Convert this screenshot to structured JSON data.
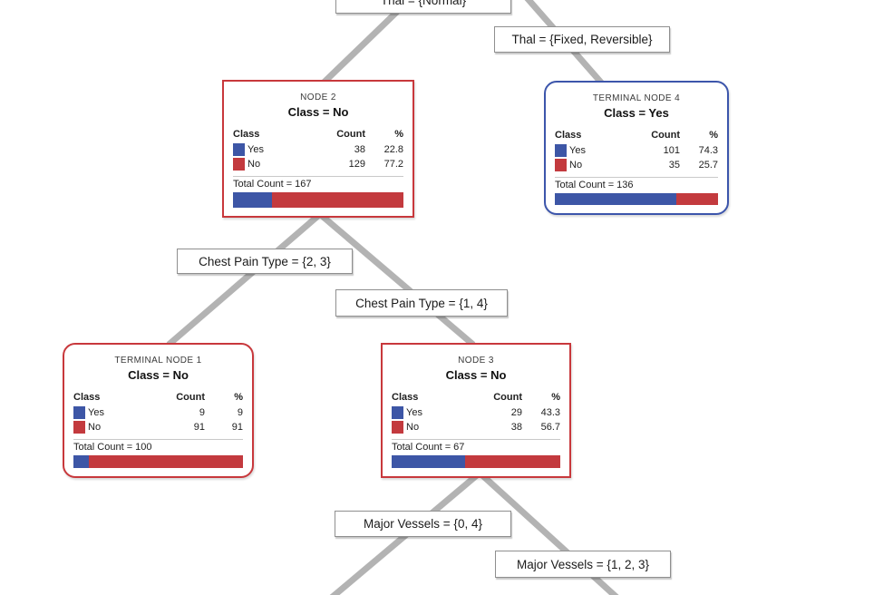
{
  "diagram": {
    "type": "decision-tree",
    "colors": {
      "yes_blue": "#3D56A6",
      "no_red": "#C33A3E",
      "border_red": "#C8383C",
      "border_blue": "#3C55AB",
      "edge_gray": "#B3B3B3",
      "label_border": "#8F8F8F"
    },
    "table_headers": {
      "class": "Class",
      "count": "Count",
      "pct": "%"
    },
    "edge_labels": [
      {
        "id": "thal-normal",
        "text": "Thal = {Normal}"
      },
      {
        "id": "thal-fixed-reversible",
        "text": "Thal = {Fixed, Reversible}"
      },
      {
        "id": "chest-pain-type-2-3",
        "text": "Chest Pain Type = {2, 3}"
      },
      {
        "id": "chest-pain-type-1-4",
        "text": "Chest Pain Type = {1, 4}"
      },
      {
        "id": "major-vessels-0-4",
        "text": "Major Vessels = {0, 4}"
      },
      {
        "id": "major-vessels-1-2-3",
        "text": "Major Vessels = {1, 2, 3}"
      }
    ],
    "nodes": [
      {
        "id": "node-2",
        "title": "NODE 2",
        "class_assignment": "Class = No",
        "shape": "square",
        "border": "red",
        "rows": [
          {
            "label": "Yes",
            "count": "38",
            "pct": "22.8",
            "swatch": "blue"
          },
          {
            "label": "No",
            "count": "129",
            "pct": "77.2",
            "swatch": "red"
          }
        ],
        "total": "Total Count = 167",
        "bar_yes_pct": 22.8
      },
      {
        "id": "terminal-node-4",
        "title": "TERMINAL NODE 4",
        "class_assignment": "Class = Yes",
        "shape": "rounded",
        "border": "blue",
        "rows": [
          {
            "label": "Yes",
            "count": "101",
            "pct": "74.3",
            "swatch": "blue"
          },
          {
            "label": "No",
            "count": "35",
            "pct": "25.7",
            "swatch": "red"
          }
        ],
        "total": "Total Count = 136",
        "bar_yes_pct": 74.3
      },
      {
        "id": "terminal-node-1",
        "title": "TERMINAL NODE 1",
        "class_assignment": "Class = No",
        "shape": "rounded",
        "border": "red",
        "rows": [
          {
            "label": "Yes",
            "count": "9",
            "pct": "9",
            "swatch": "blue"
          },
          {
            "label": "No",
            "count": "91",
            "pct": "91",
            "swatch": "red"
          }
        ],
        "total": "Total Count = 100",
        "bar_yes_pct": 9
      },
      {
        "id": "node-3",
        "title": "NODE 3",
        "class_assignment": "Class = No",
        "shape": "square",
        "border": "red",
        "rows": [
          {
            "label": "Yes",
            "count": "29",
            "pct": "43.3",
            "swatch": "blue"
          },
          {
            "label": "No",
            "count": "38",
            "pct": "56.7",
            "swatch": "red"
          }
        ],
        "total": "Total Count = 67",
        "bar_yes_pct": 43.3
      }
    ]
  }
}
